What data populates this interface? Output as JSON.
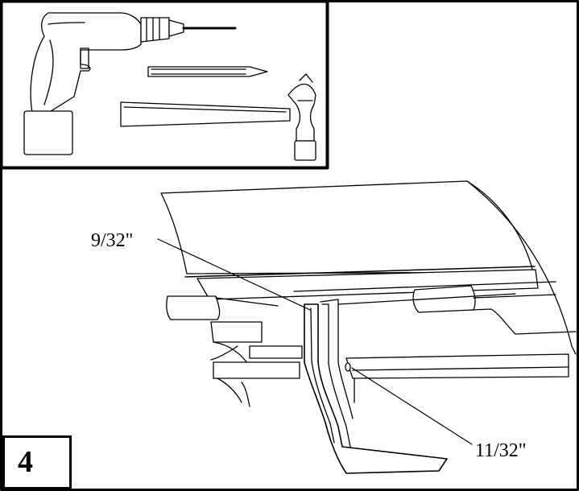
{
  "step": {
    "number": "4"
  },
  "callouts": {
    "top_dimension": "9/32\"",
    "bottom_dimension": "11/32\""
  },
  "tools": [
    "drill-icon",
    "nail-set-icon",
    "hammer-icon"
  ],
  "colors": {
    "line": "#000000",
    "background": "#ffffff"
  }
}
